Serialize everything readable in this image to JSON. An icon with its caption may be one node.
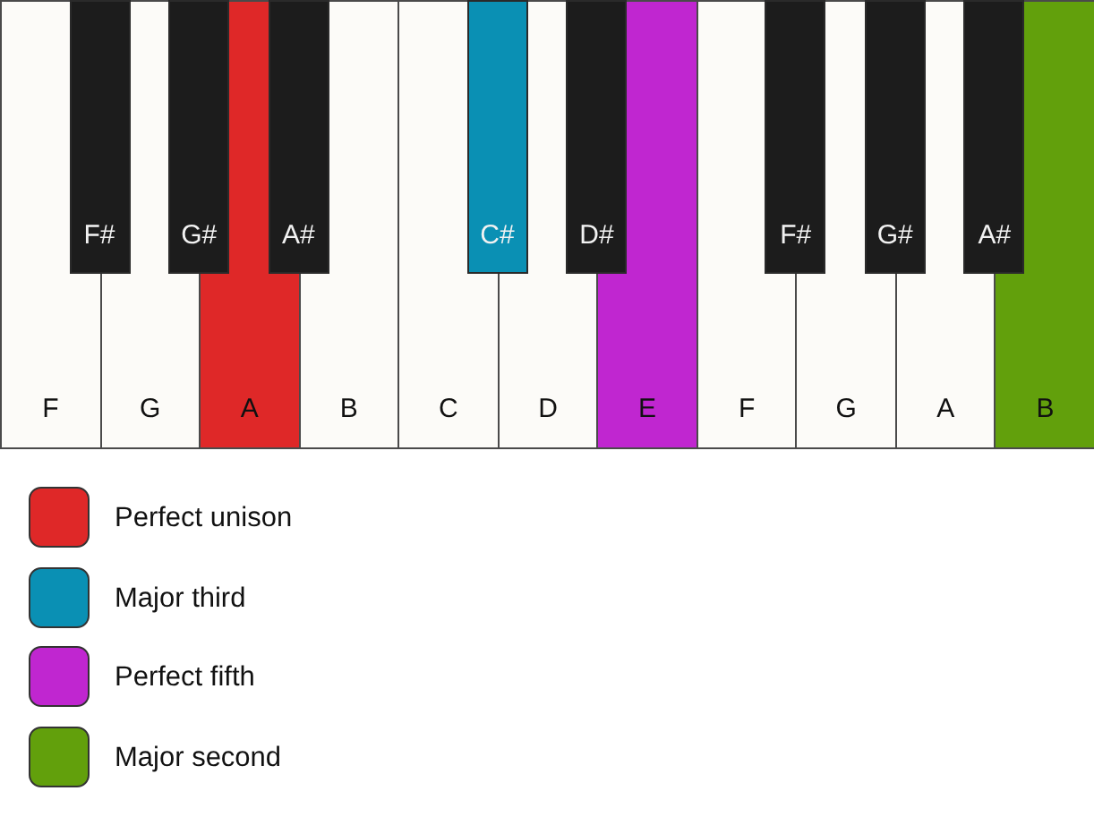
{
  "diagram": {
    "nodes": [
      {
        "text": [
          "F"
        ]
      },
      {
        "text": [
          "F#"
        ]
      },
      {
        "text": [
          "G"
        ]
      },
      {
        "text": [
          "G#"
        ]
      },
      {
        "text": [
          "A"
        ]
      },
      {
        "text": [
          "A#"
        ]
      },
      {
        "text": [
          "B"
        ]
      },
      {
        "text": [
          "C"
        ]
      },
      {
        "text": [
          "C#"
        ]
      },
      {
        "text": [
          "D"
        ]
      },
      {
        "text": [
          "D#"
        ]
      },
      {
        "text": [
          "E"
        ]
      },
      {
        "text": [
          "F"
        ]
      },
      {
        "text": [
          "F#"
        ]
      },
      {
        "text": [
          "G"
        ]
      },
      {
        "text": [
          "G#"
        ]
      },
      {
        "text": [
          "A"
        ]
      },
      {
        "text": [
          "A#"
        ]
      },
      {
        "text": [
          "B"
        ]
      }
    ],
    "edges": [],
    "legend": [
      {
        "text": "Perfect unison",
        "color": "#df2828"
      },
      {
        "text": "Major third",
        "color": "#0a90b4"
      },
      {
        "text": "Perfect fifth",
        "color": "#c026d0"
      },
      {
        "text": "Major second",
        "color": "#62a00c"
      }
    ]
  }
}
